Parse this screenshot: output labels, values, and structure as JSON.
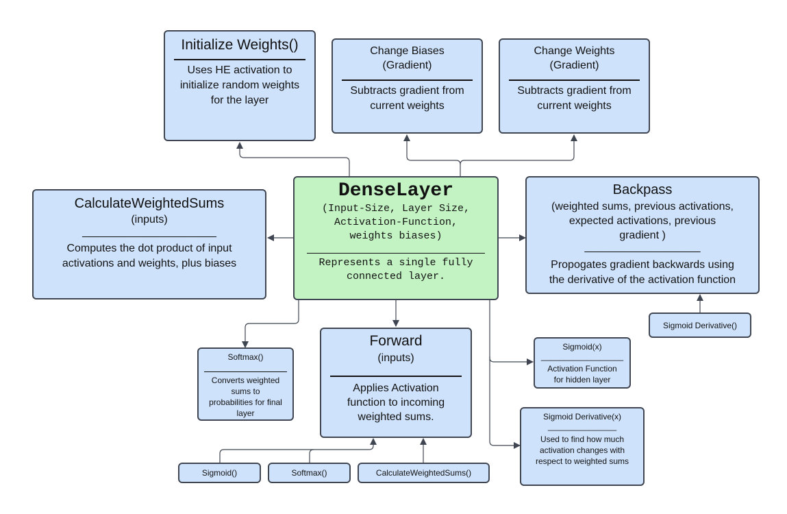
{
  "diagram": {
    "dense_layer": {
      "title": "DenseLayer",
      "params": [
        "(Input-Size, Layer Size,",
        "Activation-Function,",
        "weights biases)"
      ],
      "desc": [
        "Represents a single fully",
        "connected layer."
      ]
    },
    "init_weights": {
      "title": "Initialize Weights()",
      "desc": [
        "Uses HE activation to",
        "initialize random weights",
        "for the layer"
      ]
    },
    "change_biases": {
      "title": [
        "Change Biases",
        "(Gradient)"
      ],
      "desc": [
        "Subtracts gradient from",
        "current weights"
      ]
    },
    "change_weights": {
      "title": [
        "Change Weights",
        "(Gradient)"
      ],
      "desc": [
        "Subtracts gradient from",
        "current weights"
      ]
    },
    "calc_weighted_sums": {
      "title": "CalculateWeightedSums",
      "subtitle": "(inputs)",
      "rule_text": "______________________",
      "desc": [
        "Computes the dot product of input",
        "activations and weights, plus biases"
      ]
    },
    "backpass": {
      "title": "Backpass",
      "params": [
        "(weighted sums, previous activations,",
        "expected activations, previous",
        "gradient )"
      ],
      "rule_text": "___________________",
      "desc": [
        "Propogates gradient backwards using",
        "the derivative of the activation function"
      ]
    },
    "sigmoid_derivative_small": {
      "label": "Sigmoid Derivative()"
    },
    "softmax": {
      "title": "Softmax()",
      "desc": [
        "Converts weighted",
        "sums to",
        "probabilities for final",
        "layer"
      ]
    },
    "forward": {
      "title": "Forward",
      "subtitle": "(inputs)",
      "desc": [
        "Applies Activation",
        "function to incoming",
        "weighted sums."
      ]
    },
    "sigmoid_x": {
      "title": "Sigmoid(x)",
      "rule_text": "__________________",
      "desc": [
        "Activation Function",
        "for hidden layer"
      ]
    },
    "sigmoid_derivative_x": {
      "title": "Sigmoid Derivative(x)",
      "rule_text": "_______________",
      "desc": [
        "Used to find how much",
        "activation changes with",
        "respect to weighted sums"
      ]
    },
    "sigmoid_call": {
      "label": "Sigmoid()"
    },
    "softmax_call": {
      "label": "Softmax()"
    },
    "calc_call": {
      "label": "CalculateWeightedSums()"
    }
  }
}
